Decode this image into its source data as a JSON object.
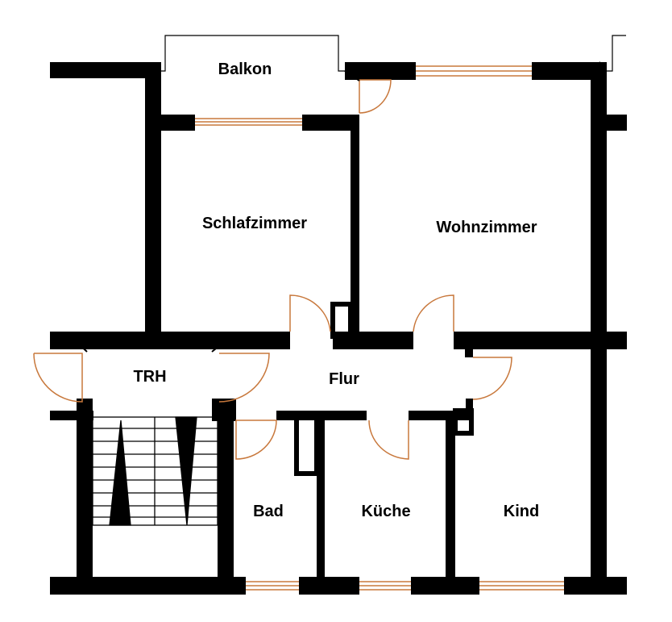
{
  "colors": {
    "wall": "#000000",
    "door": "#c8783c",
    "window": "#c8783c",
    "background": "#ffffff"
  },
  "rooms": {
    "balkon": "Balkon",
    "schlafzimmer": "Schlafzimmer",
    "wohnzimmer": "Wohnzimmer",
    "trh": "TRH",
    "flur": "Flur",
    "bad": "Bad",
    "kueche": "Küche",
    "kind": "Kind"
  }
}
